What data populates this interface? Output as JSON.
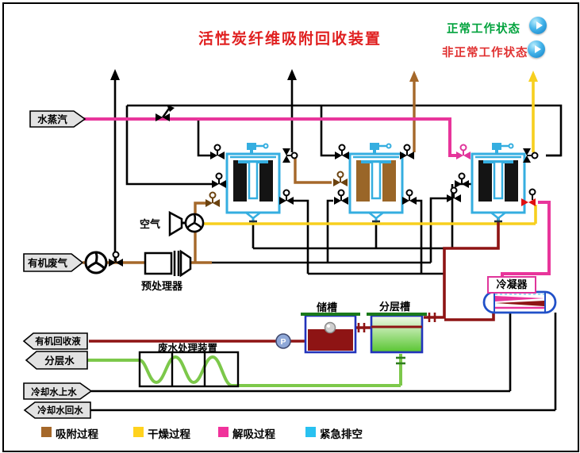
{
  "title": "活性炭纤维吸附回收装置",
  "status": {
    "normal_label": "正常工作状态",
    "abnormal_label": "非正常工作状态",
    "normal_color": "#00a23c",
    "abnormal_color": "#e03030"
  },
  "stream_tags": {
    "steam": "水蒸汽",
    "waste_gas": "有机废气",
    "recovery_liquid": "有机回收液",
    "layered_water": "分层水",
    "cooling_supply": "冷却水上水",
    "cooling_return": "冷却水回水"
  },
  "equipment": {
    "air": "空气",
    "preprocessor": "预处理器",
    "storage_tank": "储槽",
    "layering_tank": "分层槽",
    "condenser": "冷凝器",
    "wastewater_unit": "废水处理装置",
    "pump": "P"
  },
  "legend": {
    "items": [
      {
        "label": "吸附过程",
        "color": "#a5682a"
      },
      {
        "label": "干燥过程",
        "color": "#ffd21e"
      },
      {
        "label": "解吸过程",
        "color": "#f0329b"
      },
      {
        "label": "紧急排空",
        "color": "#29c1f0"
      }
    ]
  },
  "colors": {
    "title": "#e02020",
    "adsorption_brown": "#a5682a",
    "drying_yellow": "#f7cf1e",
    "desorption_pink": "#e8359b",
    "emergency_cyan": "#29c1f0",
    "condensate_darkred": "#8e1414",
    "water_green": "#7cc84a",
    "vessel_cyan": "#35aee0",
    "alarm_red": "#e01010"
  }
}
